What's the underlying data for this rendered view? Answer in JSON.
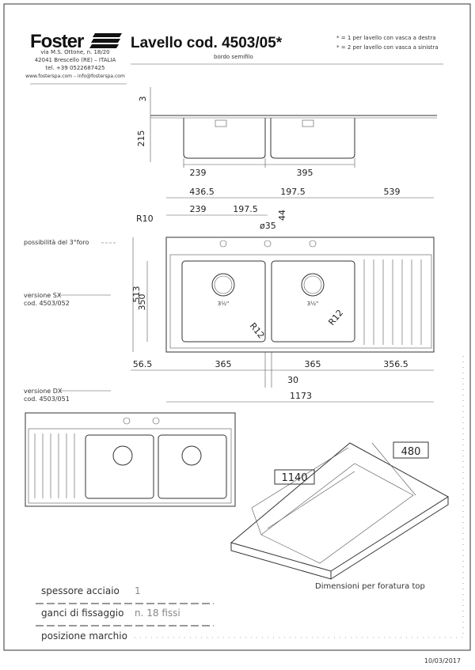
{
  "header": {
    "brand": "Foster",
    "address": [
      "via M.S. Ottone, n. 18/20",
      "42041 Brescello (RE) – ITALIA",
      "tel. +39 0522687425",
      "www.fosterspa.com – info@fosterspa.com"
    ],
    "title": "Lavello cod. 4503/05*",
    "notes": [
      "* = 1 per lavello con vasca a destra",
      "* = 2 per lavello con vasca a sinistra"
    ],
    "subtitle": "bordo semifilo"
  },
  "section_view": {
    "dims": {
      "thickness": "3",
      "depth": "215",
      "left": "239",
      "mid": "395"
    }
  },
  "plan_view": {
    "top_dims": [
      "436.5",
      "197.5",
      "539"
    ],
    "second_dims": [
      "239",
      "197.5"
    ],
    "hole_offset": "44",
    "radius_corner": "R10",
    "hole_diameter": "ø35",
    "third_hole_note": "possibilità del 3°foro",
    "width": "513",
    "bowl_depth": "350",
    "drain_size": "3½\"",
    "bowl_radius": "R12",
    "bottom_dims": [
      "56.5",
      "365",
      "365",
      "356.5"
    ],
    "gap": "30",
    "total_length": "1173",
    "version_sx": [
      "versione SX",
      "cod. 4503/052"
    ]
  },
  "version_dx": [
    "versione DX",
    "cod. 4503/051"
  ],
  "cutout": {
    "length": "1140",
    "width": "480",
    "caption": "Dimensioni per foratura top"
  },
  "specs": [
    {
      "label": "spessore acciaio",
      "value": "1"
    },
    {
      "label": "ganci di fissaggio",
      "value": "n. 18 fissi"
    },
    {
      "label": "posizione marchio",
      "value": ""
    }
  ],
  "date": "10/03/2017"
}
